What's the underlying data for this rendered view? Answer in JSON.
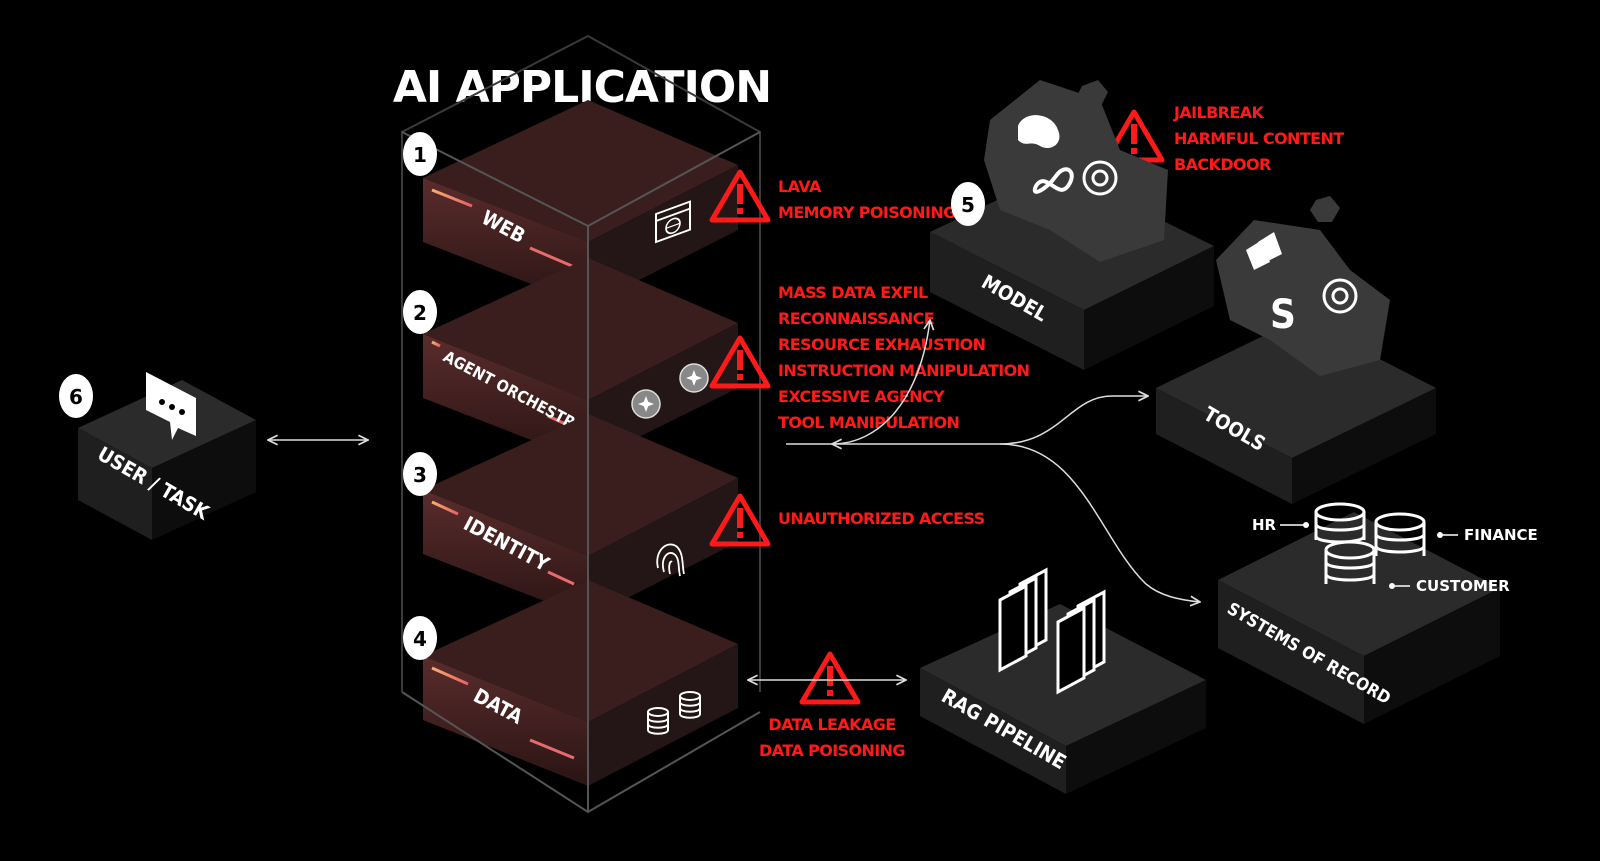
{
  "title": "AI APPLICATION",
  "layers": [
    {
      "number": "1",
      "label": "WEB",
      "icon": "browser-globe-icon"
    },
    {
      "number": "2",
      "label": "AGENT ORCHESTRATOR",
      "icon": "sparkle-coins-icon"
    },
    {
      "number": "3",
      "label": "IDENTITY",
      "icon": "fingerprint-icon"
    },
    {
      "number": "4",
      "label": "DATA",
      "icon": "database-icon"
    }
  ],
  "threats": {
    "web": [
      "LAVA",
      "MEMORY POISONING"
    ],
    "orchestrator": [
      "MASS DATA EXFIL",
      "RECONNAISSANCE",
      "RESOURCE EXHAUSTION",
      "INSTRUCTION MANIPULATION",
      "EXCESSIVE AGENCY",
      "TOOL MANIPULATION"
    ],
    "identity": [
      "UNAUTHORIZED ACCESS"
    ],
    "data": [
      "DATA LEAKAGE",
      "DATA POISONING"
    ],
    "model": [
      "JAILBREAK",
      "HARMFUL CONTENT",
      "BACKDOOR"
    ]
  },
  "user_task": {
    "number": "6",
    "label": "USER / TASK"
  },
  "model": {
    "number": "5",
    "label": "MODEL"
  },
  "tools": {
    "label": "TOOLS"
  },
  "rag": {
    "label": "RAG PIPELINE"
  },
  "systems": {
    "label": "SYSTEMS OF RECORD",
    "sources": [
      "HR",
      "FINANCE",
      "CUSTOMER"
    ]
  },
  "colors": {
    "threat": "#ff1a1a",
    "layer_red": "#4a2424",
    "accent": "#f0a060"
  }
}
